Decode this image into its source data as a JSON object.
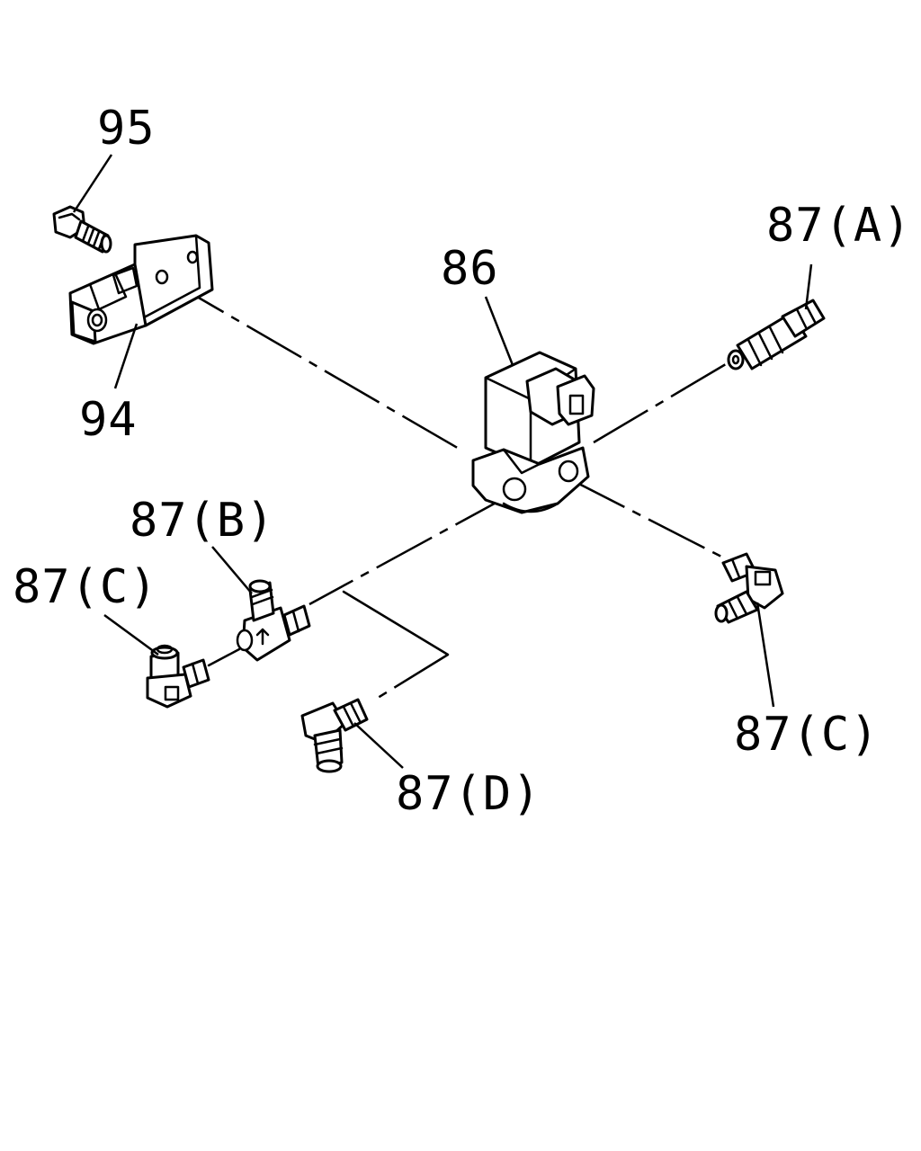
{
  "diagram": {
    "callouts": {
      "c95": "95",
      "c94": "94",
      "c86": "86",
      "c87a": "87(A)",
      "c87b": "87(B)",
      "c87c_left": "87(C)",
      "c87c_right": "87(C)",
      "c87d": "87(D)"
    },
    "colors": {
      "line": "#000000",
      "background": "#ffffff"
    }
  }
}
